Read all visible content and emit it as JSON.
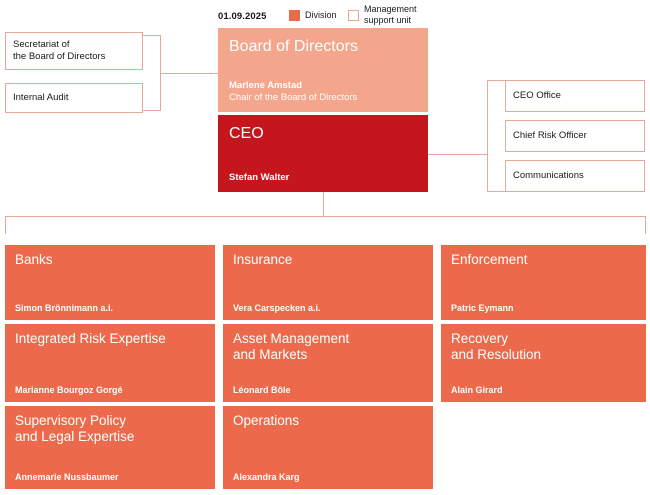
{
  "header": {
    "date": "01.09.2025",
    "legend": [
      {
        "label": "Division",
        "type": "filled",
        "color": "#EC6A4B"
      },
      {
        "label": "Management\nsupport unit",
        "type": "outline",
        "color": "#FFFFFF"
      }
    ],
    "legend_division_label": "Division",
    "legend_msu_label": "Management\nsupport unit"
  },
  "colors": {
    "division": "#EC6A4B",
    "board": "#F4A68C",
    "ceo": "#C4161C",
    "line": "#E8A79B",
    "text_on_fill": "#FFFFFF",
    "text_dark": "#1A1A1A"
  },
  "board_support_units": [
    {
      "label": "Secretariat of\nthe Board of Directors"
    },
    {
      "label": "Internal Audit"
    }
  ],
  "board": {
    "title": "Board of Directors",
    "name": "Marlene Amstad",
    "role": "Chair of the Board of Directors"
  },
  "ceo": {
    "title": "CEO",
    "name": "Stefan Walter"
  },
  "ceo_support_units": [
    {
      "label": "CEO Office"
    },
    {
      "label": "Chief Risk Officer"
    },
    {
      "label": "Communications"
    }
  ],
  "divisions": [
    {
      "title": "Banks",
      "head": "Simon Brönnimann a.i."
    },
    {
      "title": "Insurance",
      "head": "Vera Carspecken a.i."
    },
    {
      "title": "Enforcement",
      "head": "Patric Eymann"
    },
    {
      "title": "Integrated Risk Expertise",
      "head": "Marianne Bourgoz Gorgé"
    },
    {
      "title": "Asset Management\nand Markets",
      "head": "Léonard Bôle"
    },
    {
      "title": "Recovery\nand Resolution",
      "head": "Alain Girard"
    },
    {
      "title": "Supervisory Policy\nand Legal Expertise",
      "head": "Annemarie Nussbaumer"
    },
    {
      "title": "Operations",
      "head": "Alexandra Karg"
    }
  ]
}
